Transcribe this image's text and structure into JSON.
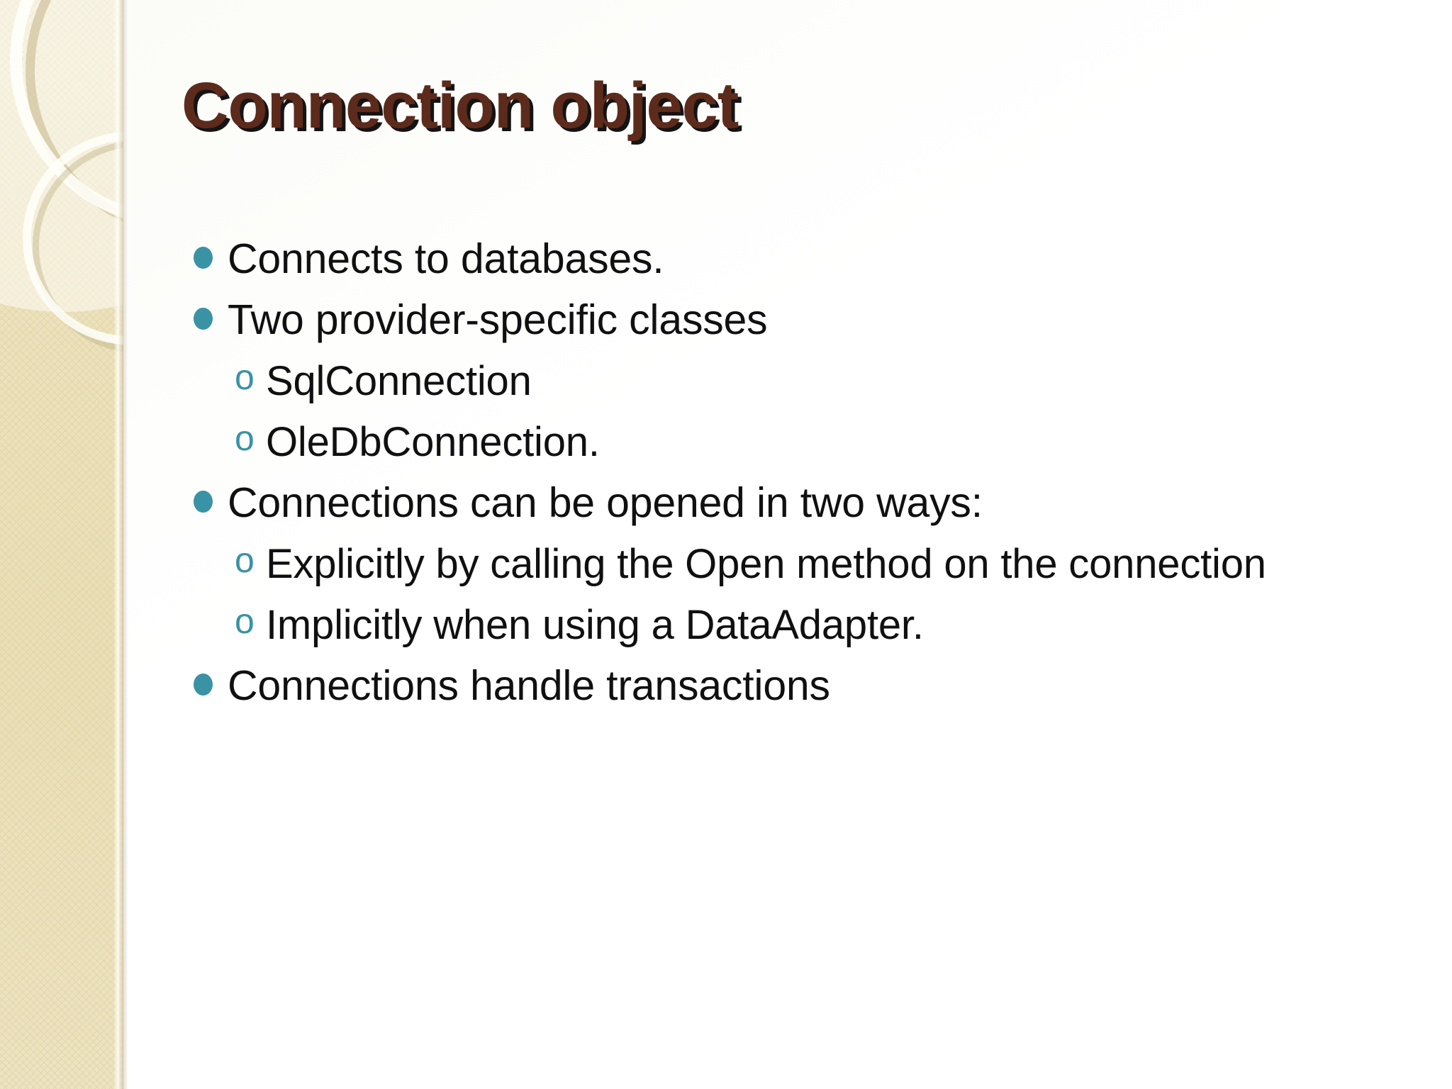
{
  "slide": {
    "title": "Connection object",
    "theme": {
      "title_color": "#5C2B1C",
      "title_shadow_color": "#000000",
      "bullet_color": "#3A92A5",
      "sub_bullet_color": "#3A92A5",
      "body_text_color": "#101010",
      "panel_color": "#EADFB6",
      "panel_highlight": "#FFFFFA",
      "background_color": "#FFFFFF"
    },
    "sidebar": {
      "decoration": "circle-rings-ornament"
    },
    "content": [
      {
        "level": 1,
        "marker": "filled-circle-bullet",
        "text": "Connects to databases."
      },
      {
        "level": 1,
        "marker": "filled-circle-bullet",
        "text": "Two provider-specific classes"
      },
      {
        "level": 2,
        "marker": "o",
        "text": "SqlConnection"
      },
      {
        "level": 2,
        "marker": "o",
        "text": "OleDbConnection."
      },
      {
        "level": 1,
        "marker": "filled-circle-bullet",
        "text": "Connections can be opened in two ways:"
      },
      {
        "level": 2,
        "marker": "o",
        "text": "Explicitly by calling the Open method on the connection"
      },
      {
        "level": 2,
        "marker": "o",
        "text": "Implicitly when using a DataAdapter."
      },
      {
        "level": 1,
        "marker": "filled-circle-bullet",
        "text": "Connections handle transactions"
      }
    ]
  }
}
